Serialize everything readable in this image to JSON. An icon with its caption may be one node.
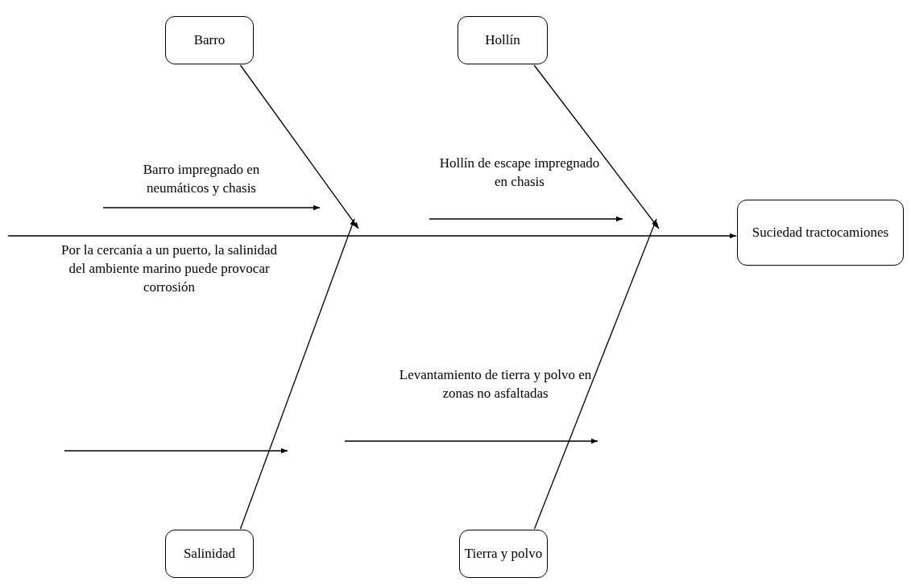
{
  "diagram": {
    "nodes": [
      {
        "text": [
          "Barro"
        ]
      },
      {
        "text": [
          "Hollín"
        ]
      },
      {
        "text": [
          "Suciedad tractocamiones"
        ]
      },
      {
        "text": [
          "Salinidad"
        ]
      },
      {
        "text": [
          "Tierra y polvo"
        ]
      }
    ],
    "edges": [
      {
        "from": null,
        "to": 2,
        "arrow": "to"
      },
      {
        "from": 0,
        "to": null,
        "arrow": "to"
      },
      {
        "from": 1,
        "to": null,
        "arrow": "to"
      },
      {
        "from": 3,
        "to": null,
        "arrow": "to"
      },
      {
        "from": 4,
        "to": null,
        "arrow": "to"
      }
    ],
    "labels": [
      "Barro impregnado en neumáticos y chasis",
      "Hollín de escape impregnado en chasis",
      "Por la cercanía a un puerto, la salinidad del ambiente marino puede provocar corrosión",
      "Levantamiento de tierra y polvo en zonas no asfaltadas"
    ]
  }
}
